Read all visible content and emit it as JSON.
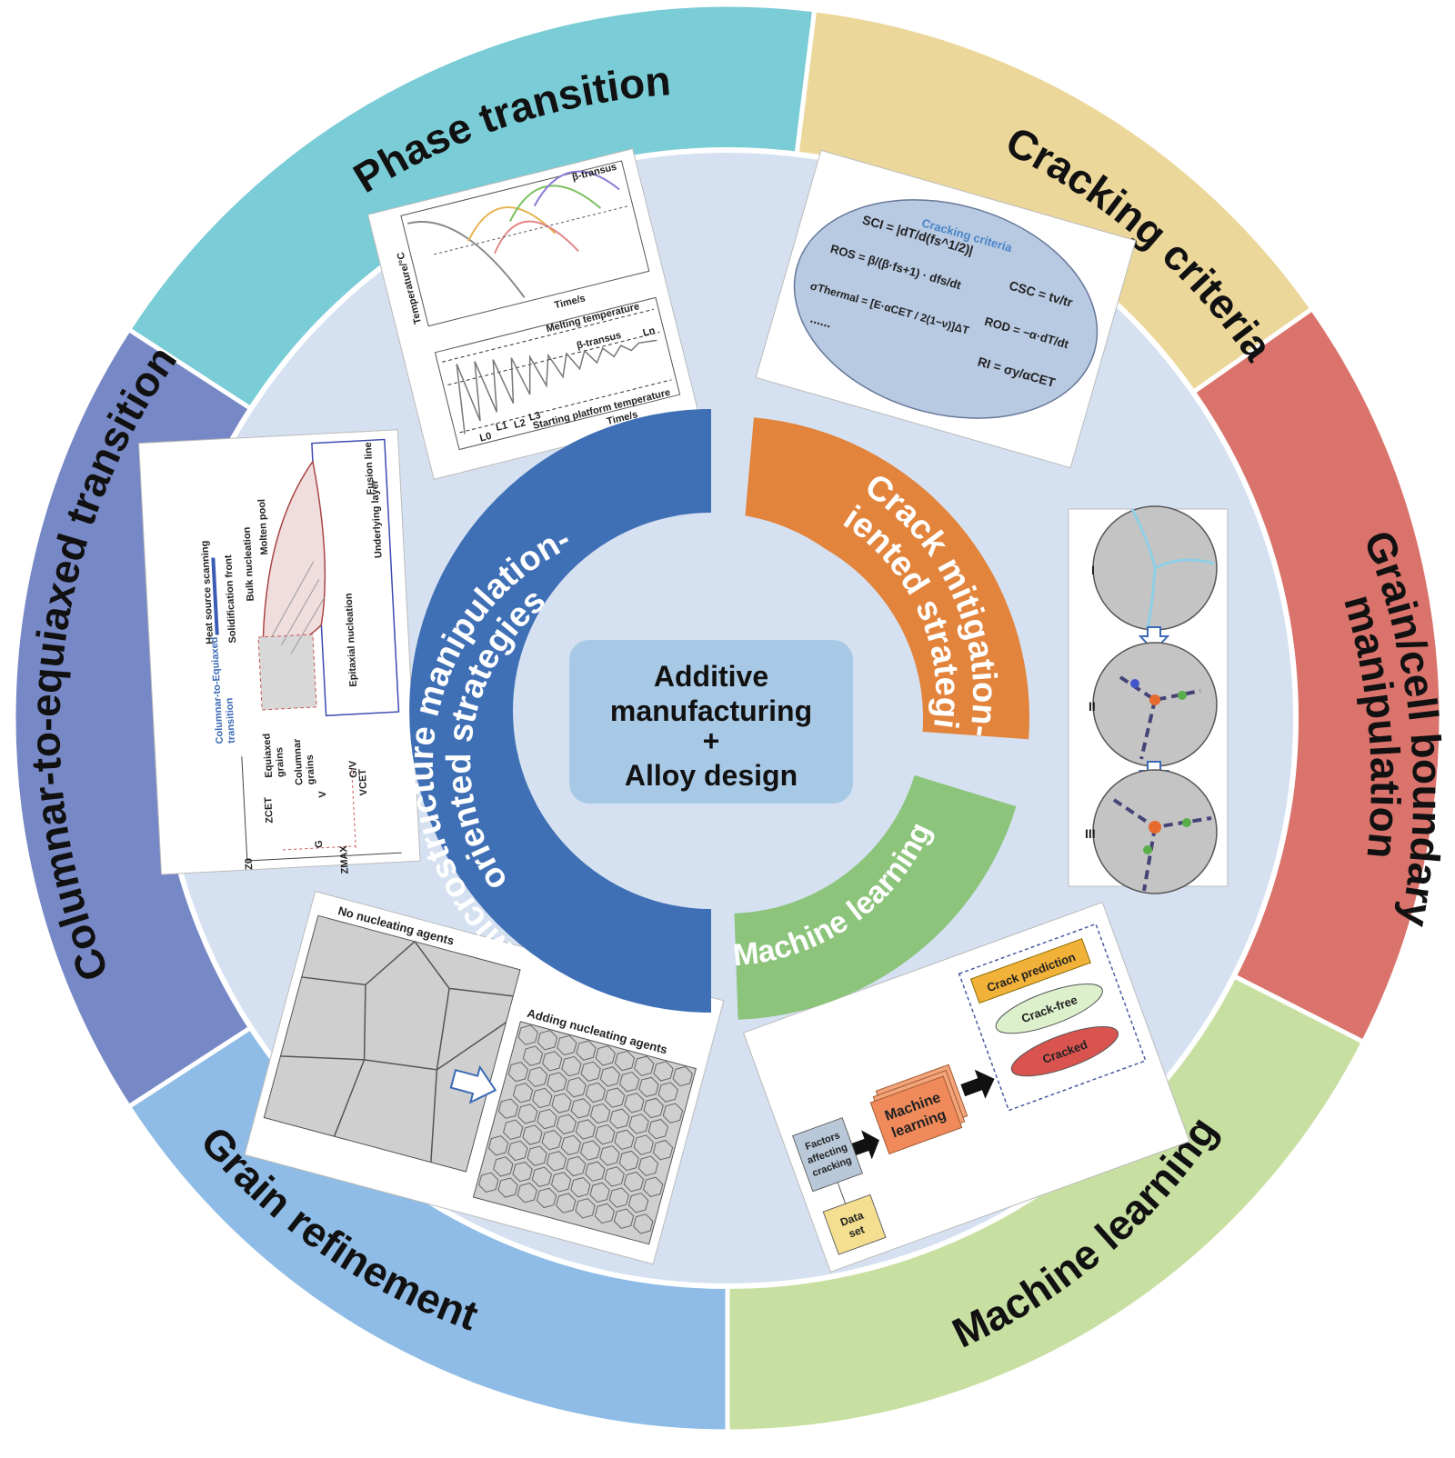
{
  "colors": {
    "phase": "#7accd6",
    "cracking": "#ecd79a",
    "grain_cell": "#d9736b",
    "ml_outer": "#c8dfa2",
    "grain_ref": "#8fbce6",
    "cet": "#7788c6",
    "annulus": "#d5e1f1",
    "micro": "#3f6fb5",
    "crack": "#e2843c",
    "ml_inner": "#8dc47c",
    "center": "#a8c9e6"
  },
  "center": {
    "line1": "Additive",
    "line2": "manufacturing",
    "line3": "+",
    "line4": "Alloy design"
  },
  "inner_ring": {
    "micro_line1": "Microstructure manipulation-",
    "micro_line2": "oriented strategies",
    "crack_line1": "Crack mitigation-",
    "crack_line2": "oriented strategies",
    "ml": "Machine learning"
  },
  "outer_ring": {
    "phase": "Phase transition",
    "cracking": "Cracking criteria",
    "grain_cell_line1": "Grain/cell boundary",
    "grain_cell_line2": "manipulation",
    "ml": "Machine learning",
    "grain_ref": "Grain refinement",
    "cet": "Columnar-to-equiaxed transition"
  },
  "panels": {
    "phase": {
      "time_label": "Time/s",
      "temp_label": "Temperature/°C",
      "melting": "Melting temperature",
      "transus_top": "β-transus",
      "transus": "β-transus",
      "starting": "Starting platform temperature",
      "time_label2": "Time/s",
      "ln": "Ln",
      "l0": "L0",
      "l1": "L1",
      "l2": "L2",
      "l3": "L3"
    },
    "cracking": {
      "title": "Cracking criteria",
      "sci": "SCI = |dT/d(fs^1/2)|",
      "ros": "ROS = β/(β·fs+1) · dfs/dt",
      "csc": "CSC = tv/tr",
      "sigma": "σThermal = [E·αCET / 2(1−ν)]ΔT",
      "rod": "ROD = −α·dT/dt",
      "ri": "RI = σy/αCET",
      "more": "......"
    },
    "grain_cell": {
      "r1": "I",
      "r2": "II",
      "r3": "III"
    },
    "cet": {
      "heat": "Heat source scanning",
      "solid": "Solidification front",
      "bulk": "Bulk nucleation",
      "pool": "Molten pool",
      "fusion": "Fusion line",
      "under": "Underlying layer",
      "epi": "Epitaxial nucleation",
      "cet_a": "Columnar-to-Equiaxed",
      "cet_b": "transition",
      "eq_a": "Equiaxed",
      "eq_b": "grains",
      "col_a": "Columnar",
      "col_b": "grains",
      "gv": "G/V",
      "v": "V",
      "vcet": "VCET",
      "zcet": "ZCET",
      "g": "G",
      "z0": "Z0",
      "zmax": "ZMAX"
    },
    "grain_ref": {
      "no": "No nucleating agents",
      "adding": "Adding nucleating agents"
    },
    "ml": {
      "pred": "Crack prediction",
      "free": "Crack-free",
      "cracked": "Cracked",
      "machine_a": "Machine",
      "machine_b": "learning",
      "factors_a": "Factors",
      "factors_b": "affecting",
      "factors_c": "cracking",
      "data_a": "Data",
      "data_b": "set"
    }
  }
}
